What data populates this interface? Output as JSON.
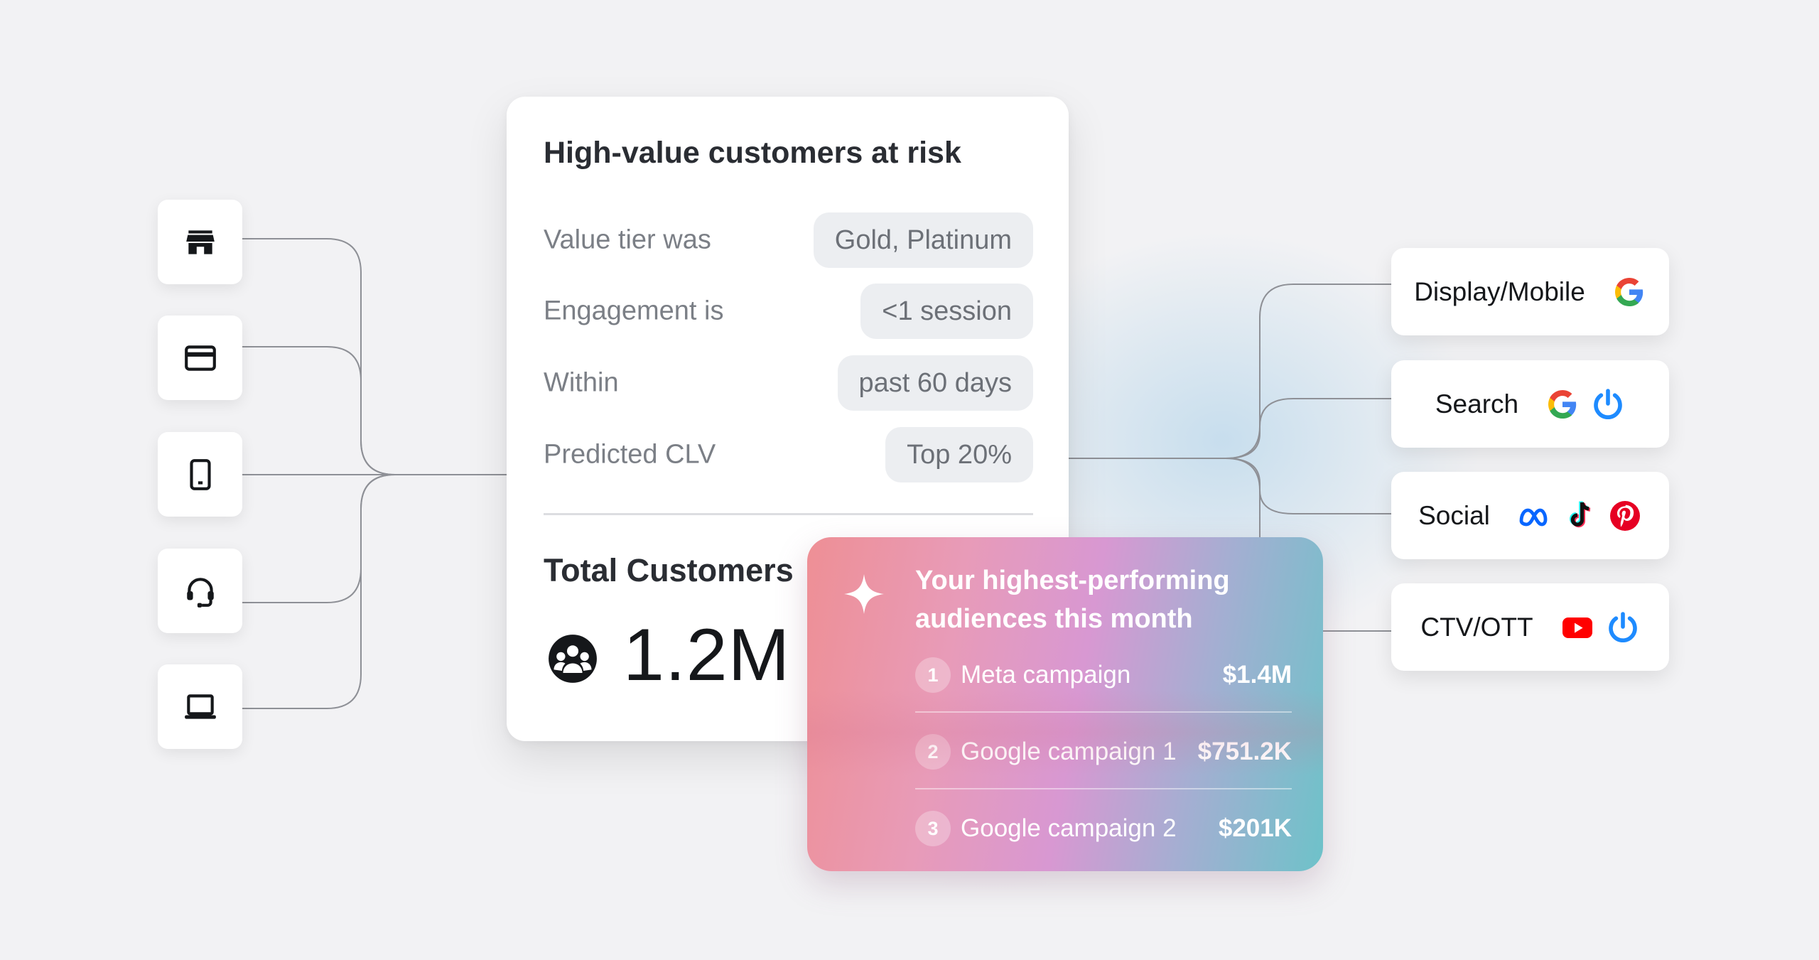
{
  "segment": {
    "title": "High-value customers at risk",
    "criteria": [
      {
        "label": "Value tier was",
        "value": "Gold, Platinum"
      },
      {
        "label": "Engagement is",
        "value": "<1 session"
      },
      {
        "label": "Within",
        "value": "past 60 days"
      },
      {
        "label": "Predicted CLV",
        "value": "Top 20%"
      }
    ],
    "total_label": "Total Customers",
    "total_value": "1.2M"
  },
  "sources": [
    {
      "icon": "store-icon"
    },
    {
      "icon": "credit-card-icon"
    },
    {
      "icon": "mobile-phone-icon"
    },
    {
      "icon": "headset-icon"
    },
    {
      "icon": "laptop-icon"
    }
  ],
  "insights": {
    "title": "Your highest-performing audiences this month",
    "items": [
      {
        "rank": "1",
        "name": "Meta campaign",
        "value": "$1.4M"
      },
      {
        "rank": "2",
        "name": "Google campaign 1",
        "value": "$751.2K"
      },
      {
        "rank": "3",
        "name": "Google campaign 2",
        "value": "$201K"
      }
    ]
  },
  "channels": [
    {
      "label": "Display/Mobile",
      "icons": [
        "google-icon"
      ]
    },
    {
      "label": "Search",
      "icons": [
        "google-icon",
        "power-icon"
      ]
    },
    {
      "label": "Social",
      "icons": [
        "meta-icon",
        "tiktok-icon",
        "pinterest-icon"
      ]
    },
    {
      "label": "CTV/OTT",
      "icons": [
        "youtube-icon",
        "power-icon"
      ]
    }
  ],
  "colors": {
    "google_blue": "#4285F4",
    "google_red": "#EA4335",
    "google_yellow": "#FBBC05",
    "google_green": "#34A853",
    "meta_blue": "#0866FF",
    "pinterest_red": "#E60023",
    "youtube_red": "#FF0000",
    "power_blue": "#1E8BFF"
  }
}
